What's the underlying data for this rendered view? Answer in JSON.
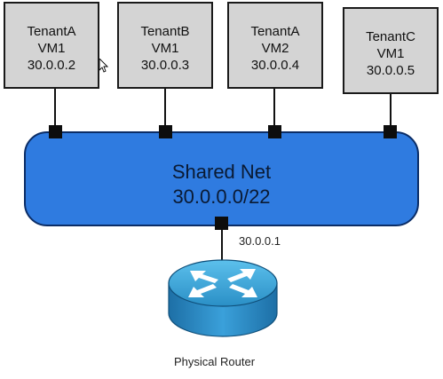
{
  "vms": [
    {
      "tenant": "TenantA",
      "vm": "VM1",
      "ip": "30.0.0.2"
    },
    {
      "tenant": "TenantB",
      "vm": "VM1",
      "ip": "30.0.0.3"
    },
    {
      "tenant": "TenantA",
      "vm": "VM2",
      "ip": "30.0.0.4"
    },
    {
      "tenant": "TenantC",
      "vm": "VM1",
      "ip": "30.0.0.5"
    }
  ],
  "network": {
    "name": "Shared Net",
    "cidr": "30.0.0.0/22",
    "color": "#2f7be0"
  },
  "router": {
    "ip": "30.0.0.1",
    "label": "Physical Router",
    "color": "#2a8fc6"
  },
  "icons": {
    "router": "router-icon",
    "cursor": "mouse-cursor-icon"
  }
}
